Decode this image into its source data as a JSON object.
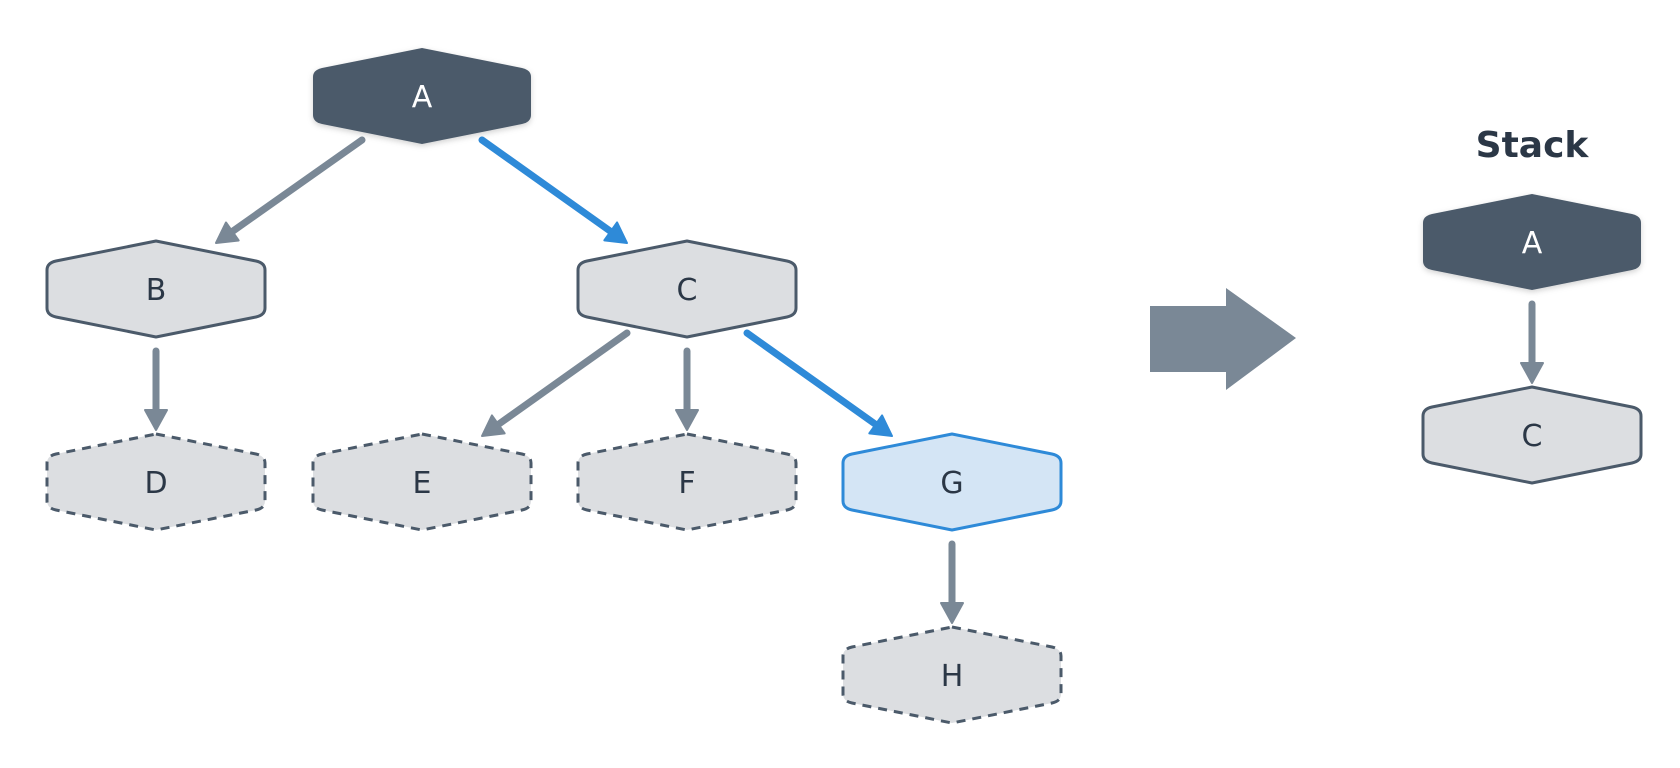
{
  "diagram": {
    "colors": {
      "dark_fill": "#4b5a6a",
      "dark_text": "#ffffff",
      "light_fill": "#dcdee1",
      "outline": "#4b5a6a",
      "label_text": "#2b3746",
      "highlight_fill": "#d4e5f5",
      "highlight_stroke": "#2e8ad8",
      "edge_gray": "#7a8896",
      "edge_blue": "#2e8ad8",
      "big_arrow": "#7a8896"
    },
    "tree_nodes": [
      {
        "id": "A",
        "label": "A",
        "style": "dark"
      },
      {
        "id": "B",
        "label": "B",
        "style": "solid"
      },
      {
        "id": "C",
        "label": "C",
        "style": "solid"
      },
      {
        "id": "D",
        "label": "D",
        "style": "dashed"
      },
      {
        "id": "E",
        "label": "E",
        "style": "dashed"
      },
      {
        "id": "F",
        "label": "F",
        "style": "dashed"
      },
      {
        "id": "G",
        "label": "G",
        "style": "highlight"
      },
      {
        "id": "H",
        "label": "H",
        "style": "dashed"
      }
    ],
    "tree_edges": [
      {
        "from": "A",
        "to": "B",
        "style": "gray"
      },
      {
        "from": "A",
        "to": "C",
        "style": "blue"
      },
      {
        "from": "B",
        "to": "D",
        "style": "gray"
      },
      {
        "from": "C",
        "to": "E",
        "style": "gray"
      },
      {
        "from": "C",
        "to": "F",
        "style": "gray"
      },
      {
        "from": "C",
        "to": "G",
        "style": "blue"
      },
      {
        "from": "G",
        "to": "H",
        "style": "gray"
      }
    ],
    "stack": {
      "title": "Stack",
      "items": [
        {
          "id": "SA",
          "label": "A",
          "style": "dark"
        },
        {
          "id": "SC",
          "label": "C",
          "style": "solid"
        }
      ]
    }
  }
}
